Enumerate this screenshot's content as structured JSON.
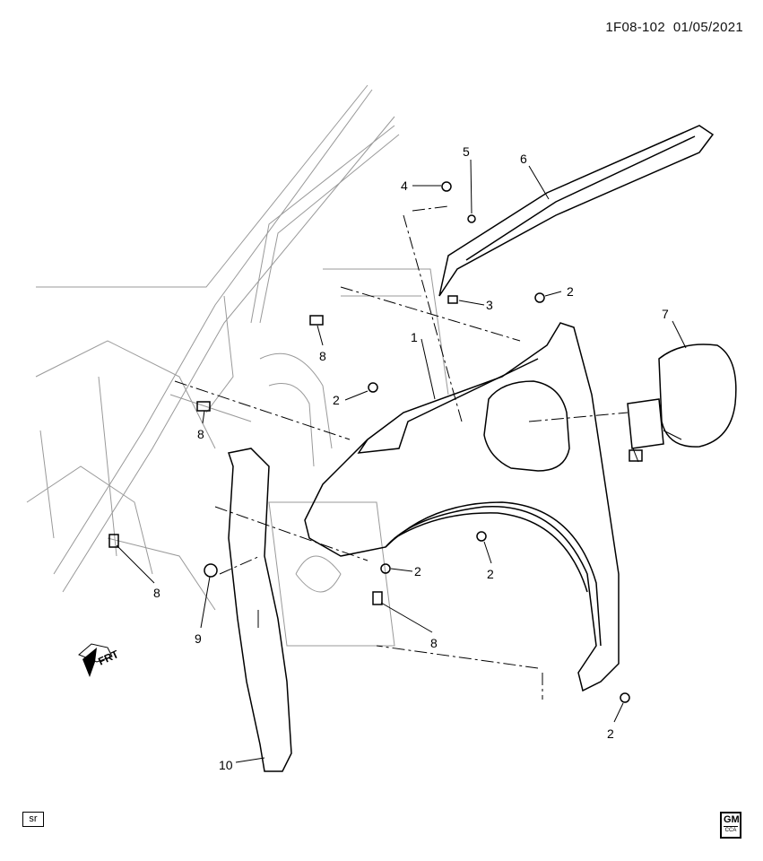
{
  "header": {
    "diagram_id": "1F08-102",
    "date": "01/05/2021"
  },
  "footer": {
    "sr_label": "sr",
    "logo_text": "GM",
    "logo_subtext": "CCA"
  },
  "orientation": {
    "arrow_label": "FRT"
  },
  "callouts": [
    {
      "label": "1"
    },
    {
      "label": "2"
    },
    {
      "label": "2"
    },
    {
      "label": "2"
    },
    {
      "label": "2"
    },
    {
      "label": "2"
    },
    {
      "label": "3"
    },
    {
      "label": "4"
    },
    {
      "label": "5"
    },
    {
      "label": "6"
    },
    {
      "label": "7"
    },
    {
      "label": "8"
    },
    {
      "label": "8"
    },
    {
      "label": "8"
    },
    {
      "label": "8"
    },
    {
      "label": "9"
    },
    {
      "label": "10"
    }
  ]
}
